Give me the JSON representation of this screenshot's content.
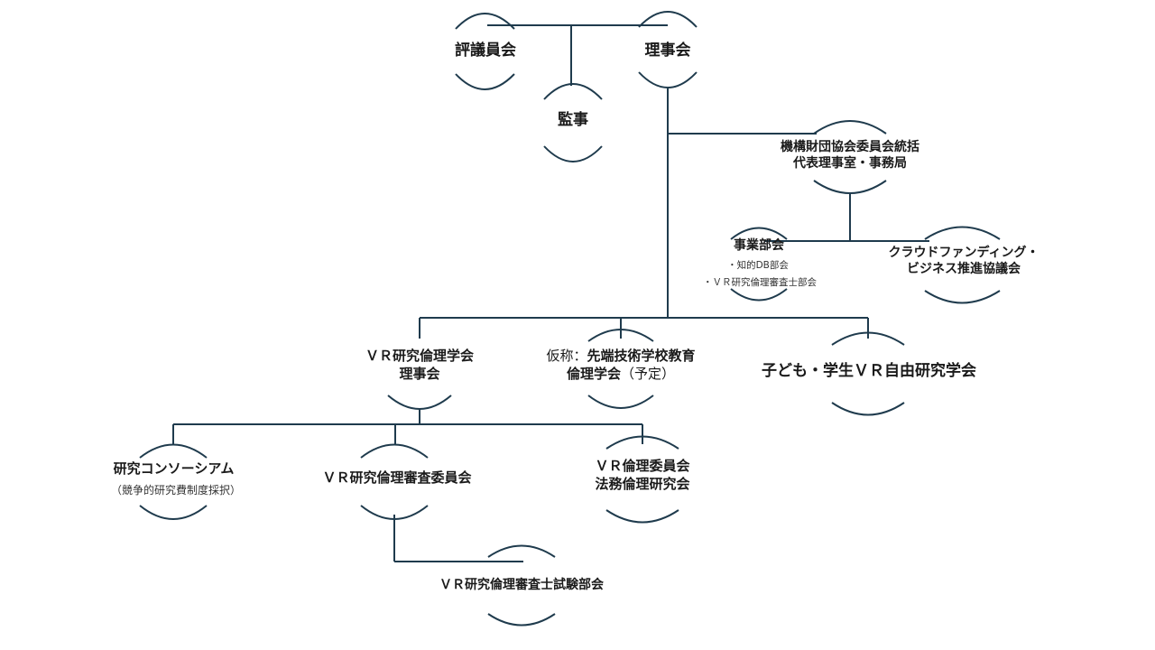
{
  "nodes": {
    "hyogiinkai": "評議員会",
    "rijikai": "理事会",
    "kanji": "監事",
    "secretariat": [
      "機構財団協会委員会統括",
      "代表理事室・事務局"
    ],
    "jigyobukai": {
      "title": "事業部会",
      "items": [
        "・知的DB部会",
        "・ＶＲ研究倫理審査士部会"
      ]
    },
    "crowdfunding": [
      "クラウドファンディング・",
      "ビジネス推進協議会"
    ],
    "vr_ethics_board": [
      "ＶＲ研究倫理学会",
      "理事会"
    ],
    "advanced_school": {
      "prefix": "仮称：",
      "line1": "先端技術学校教育",
      "line2": "倫理学会",
      "suffix": "（予定）"
    },
    "children_students": "子ども・学生ＶＲ自由研究学会",
    "consortium": {
      "title": "研究コンソーシアム",
      "note": "（競争的研究費制度採択）"
    },
    "review_committee": "ＶＲ研究倫理審査委員会",
    "ethics_legal": [
      "ＶＲ倫理委員会",
      "法務倫理研究会"
    ],
    "exam_subcommittee": "ＶＲ研究倫理審査士試験部会"
  },
  "colors": {
    "line": "#1f3b4d",
    "text": "#1a1a1a"
  }
}
